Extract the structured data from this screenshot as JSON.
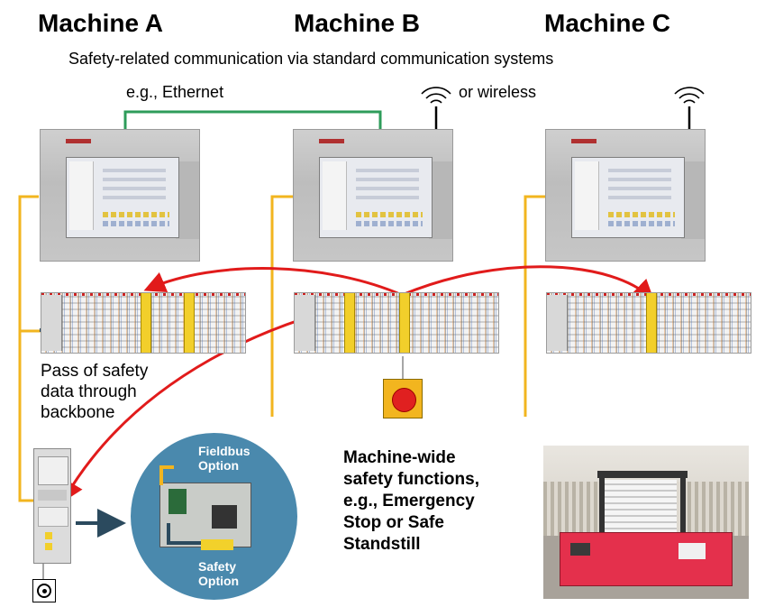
{
  "machines": [
    {
      "title": "Machine A"
    },
    {
      "title": "Machine B"
    },
    {
      "title": "Machine C"
    }
  ],
  "subtitle": "Safety-related communication via standard communication systems",
  "ethernet_label": "e.g., Ethernet",
  "wireless_label": "or wireless",
  "backbone_label": [
    "Pass of safety",
    "data through",
    "backbone"
  ],
  "functions_label": [
    "Machine-wide",
    "safety functions,",
    "e.g., Emergency",
    "Stop or Safe",
    "Standstill"
  ],
  "circle": {
    "fieldbus": [
      "Fieldbus",
      "Option"
    ],
    "safety": [
      "Safety",
      "Option"
    ]
  },
  "colors": {
    "ethernet": "#2e9c5a",
    "fieldbus_wire": "#f2b51f",
    "safety_arrow": "#e11b1b",
    "backbone_arrow": "#2b4a5e",
    "circle": "#4a89ad",
    "estop": "#e02020"
  },
  "icons": [
    "wifi-antenna-icon",
    "emergency-stop-icon",
    "key-switch-icon"
  ]
}
